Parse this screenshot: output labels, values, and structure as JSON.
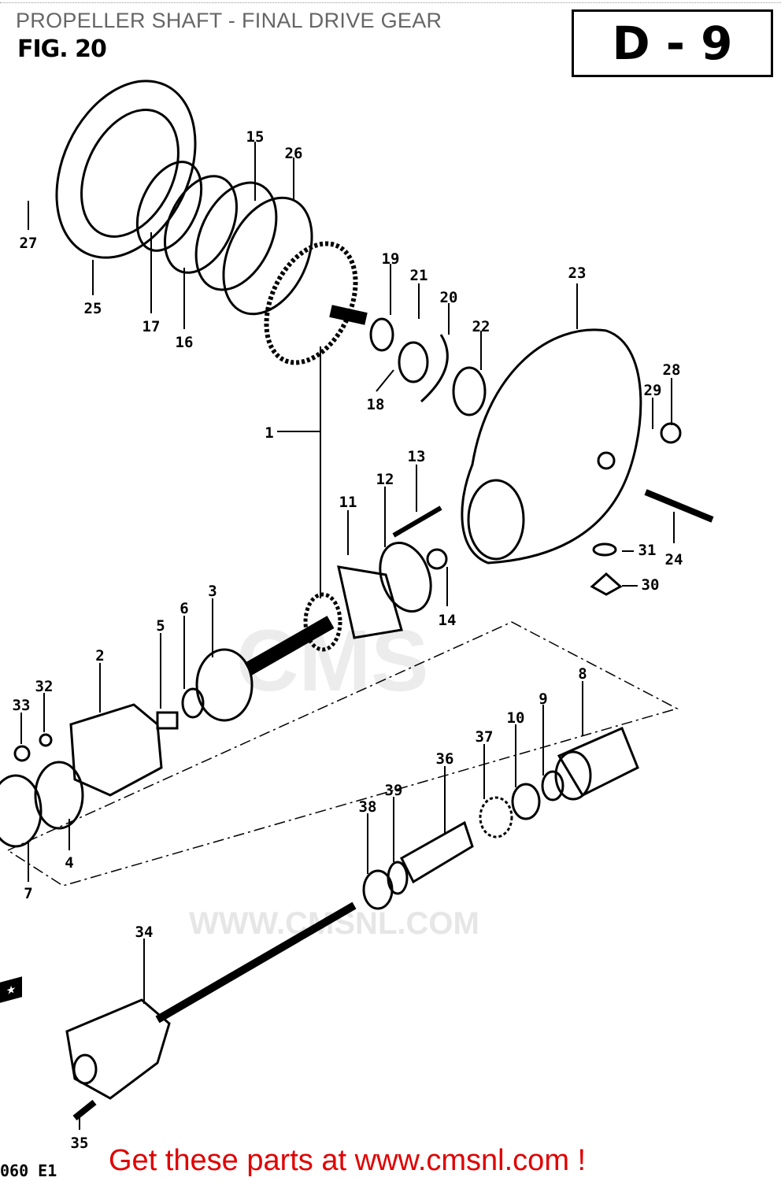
{
  "header": {
    "title": "PROPELLER SHAFT - FINAL DRIVE GEAR",
    "figure": "FIG. 20",
    "section_code": "D - 9"
  },
  "watermark": {
    "logo": "CMS",
    "url": "WWW.CMSNL.COM"
  },
  "part_labels": [
    "15",
    "26",
    "27",
    "25",
    "17",
    "16",
    "19",
    "21",
    "20",
    "22",
    "23",
    "18",
    "28",
    "29",
    "1",
    "13",
    "12",
    "11",
    "31",
    "24",
    "30",
    "14",
    "3",
    "6",
    "5",
    "2",
    "8",
    "32",
    "33",
    "9",
    "10",
    "37",
    "36",
    "39",
    "38",
    "4",
    "7",
    "34",
    "35"
  ],
  "footer": {
    "model_code": "060 E1",
    "call_to_action": "Get these parts at www.cmsnl.com !",
    "star_badge": "★"
  },
  "colors": {
    "cta": "#e00000",
    "title": "#666666",
    "ink": "#000000"
  }
}
